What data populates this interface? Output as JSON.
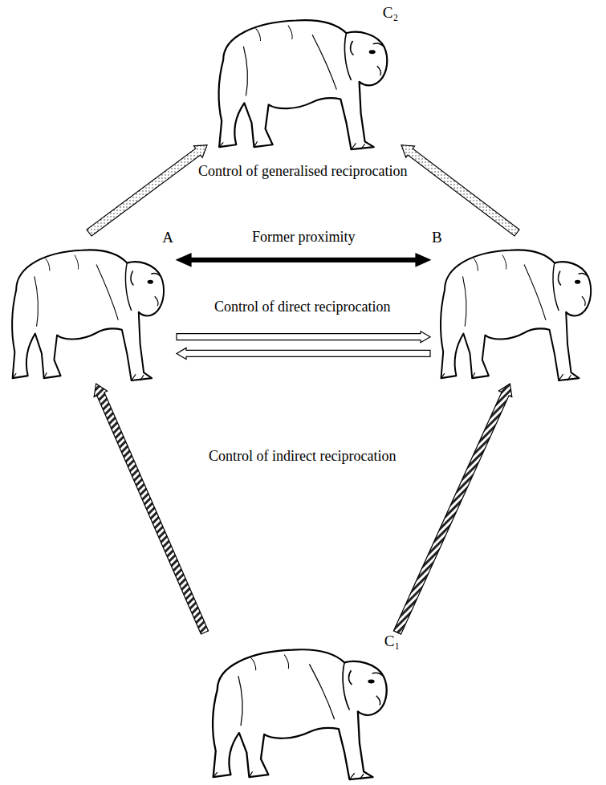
{
  "diagram": {
    "nodes": [
      {
        "text": [
          "C₂"
        ]
      },
      {
        "text": [
          "A"
        ]
      },
      {
        "text": [
          "B"
        ]
      },
      {
        "text": [
          "C₁"
        ]
      }
    ],
    "edges": [
      {
        "from": 1,
        "to": 0,
        "arrow": "to"
      },
      {
        "from": 2,
        "to": 0,
        "arrow": "to"
      },
      {
        "from": 1,
        "to": 2,
        "arrow": "both",
        "label": "Former proximity"
      },
      {
        "from": 1,
        "to": 2,
        "arrow": "to"
      },
      {
        "from": 2,
        "to": 1,
        "arrow": "to"
      },
      {
        "from": 3,
        "to": 1,
        "arrow": "to"
      },
      {
        "from": 3,
        "to": 2,
        "arrow": "to"
      }
    ],
    "labels": [
      "Control of generalised reciprocation",
      "Control of direct reciprocation",
      "Control of indirect reciprocation"
    ]
  }
}
